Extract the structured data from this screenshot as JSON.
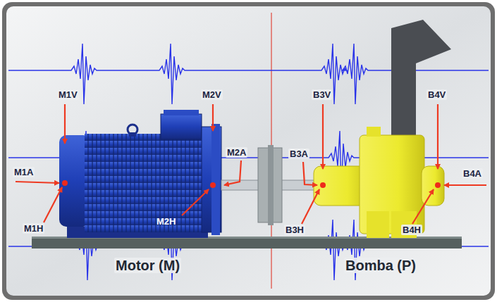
{
  "diagram": {
    "labels": [
      "M1V",
      "M2V",
      "B3V",
      "B4V",
      "M2A",
      "B3A",
      "M1A",
      "B4A",
      "M1H",
      "M2H",
      "B3H",
      "B4H",
      "Motor (M)",
      "Bomba (P)"
    ]
  }
}
